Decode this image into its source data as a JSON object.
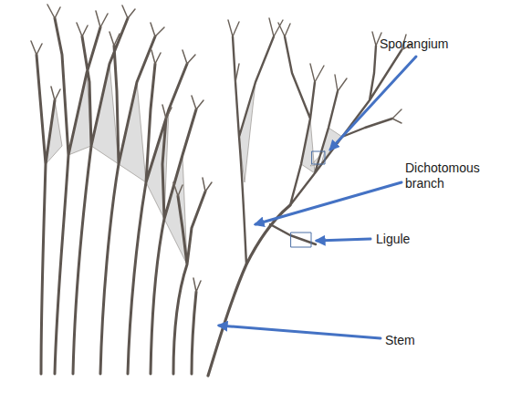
{
  "diagram": {
    "labels": [
      "Sporangium",
      "Dichotomous branch",
      "Ligule",
      "Stem"
    ]
  }
}
